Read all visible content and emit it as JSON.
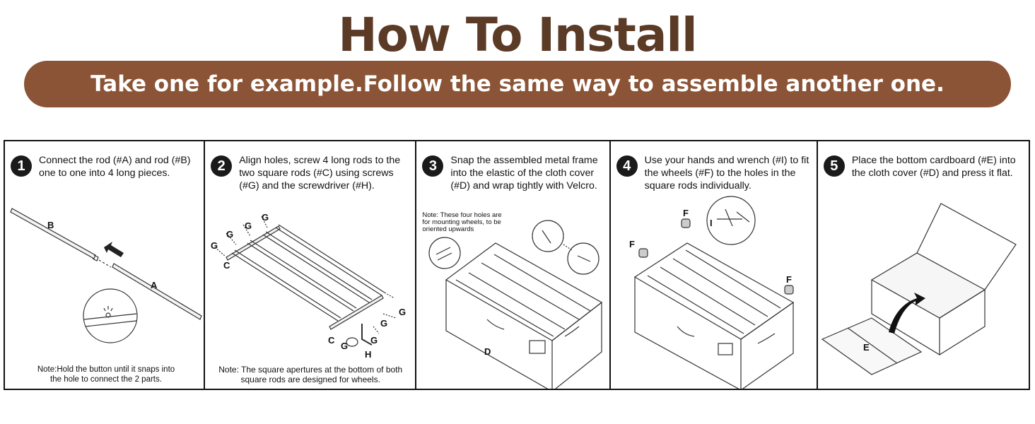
{
  "title": "How To Install",
  "banner": "Take one for example.Follow the same way to assemble another one.",
  "steps": [
    {
      "number": "1",
      "text": "Connect the rod (#A) and rod (#B) one to one into 4 long pieces.",
      "labels": {
        "a": "A",
        "b": "B"
      },
      "note": "Note:Hold the button until it snaps into the hole to connect the 2 parts."
    },
    {
      "number": "2",
      "text": "Align holes, screw 4 long rods to the two square rods (#C) using screws (#G) and the screwdriver (#H).",
      "labels": {
        "c": "C",
        "g": "G",
        "h": "H"
      },
      "note": "Note: The square apertures at the bottom of both square rods are designed for wheels."
    },
    {
      "number": "3",
      "text": "Snap the assembled metal frame into the elastic of the cloth cover (#D) and wrap tightly with Velcro.",
      "labels": {
        "d": "D"
      },
      "note": "Note: These four holes are for mounting wheels, to be oriented upwards"
    },
    {
      "number": "4",
      "text": "Use your hands and wrench (#I) to fit the wheels (#F) to the holes in the square rods individually.",
      "labels": {
        "f": "F",
        "i": "I"
      }
    },
    {
      "number": "5",
      "text": "Place the bottom cardboard (#E) into the cloth cover (#D) and press it flat.",
      "labels": {
        "e": "E"
      }
    }
  ]
}
